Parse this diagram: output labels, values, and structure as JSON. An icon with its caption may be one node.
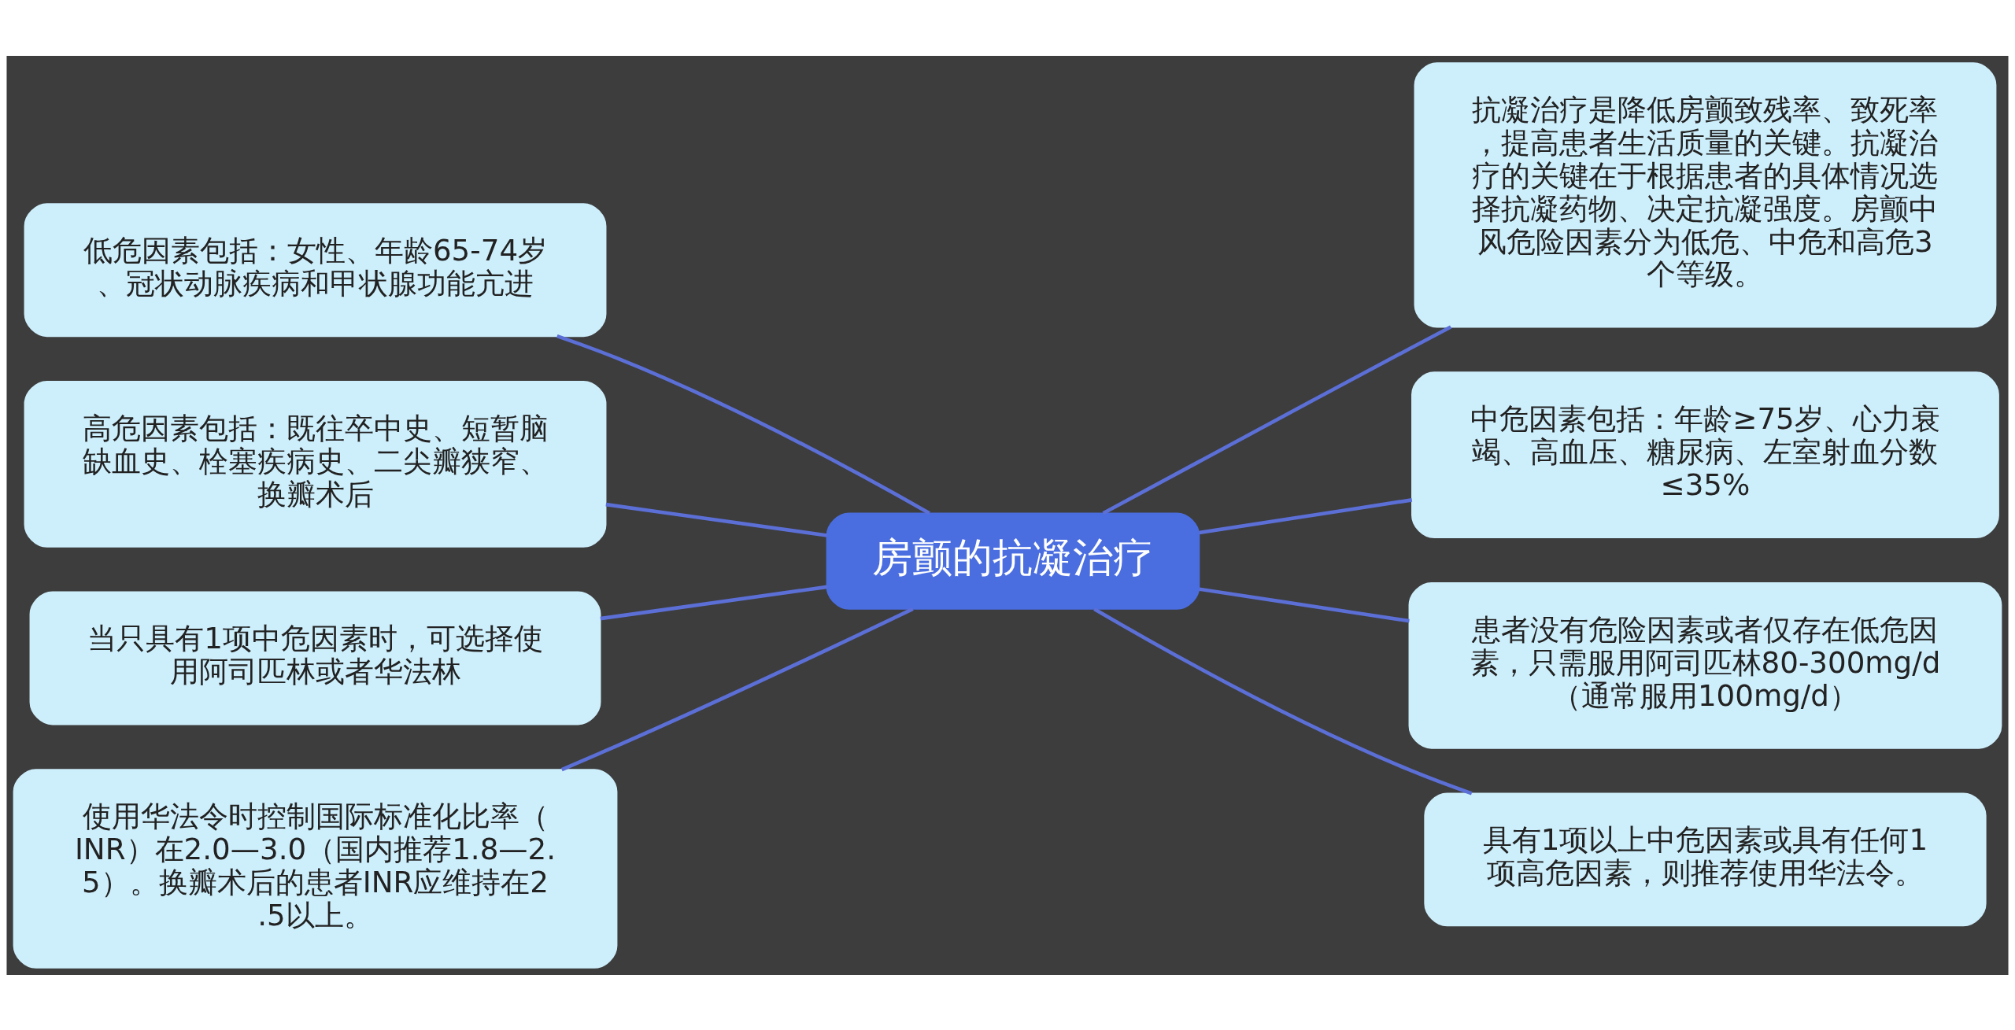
{
  "diagram": {
    "nodes": [
      {
        "text": [
          "房颤的抗凝治疗"
        ]
      },
      {
        "text": [
          "抗凝治疗是降低房颤致残率、致死率，提高患者生活质量的关键。抗凝治疗的关键在于根据患者的具体情况选择抗凝药物、决定抗凝强度。房颤中风危险因素分为低危、中危和高危3个等级。"
        ]
      },
      {
        "text": [
          "中危因素包括：年龄≥75岁、心力衰竭、高血压、糖尿病、左室射血分数≤35%"
        ]
      },
      {
        "text": [
          "患者没有危险因素或者仅存在低危因素，只需服用阿司匹林80-300mg/d（通常服用100mg/d）"
        ]
      },
      {
        "text": [
          "具有1项以上中危因素或具有任何1项高危因素，则推荐使用华法令。"
        ]
      },
      {
        "text": [
          "低危因素包括：女性、年龄65-74岁、冠状动脉疾病和甲状腺功能亢进"
        ]
      },
      {
        "text": [
          "高危因素包括：既往卒中史、短暂脑缺血史、栓塞疾病史、二尖瓣狭窄、换瓣术后"
        ]
      },
      {
        "text": [
          "当只具有1项中危因素时，可选择使用阿司匹林或者华法林"
        ]
      },
      {
        "text": [
          "使用华法令时控制国际标准化比率（INR）在2.0—3.0（国内推荐1.8—2.5）。换瓣术后的患者INR应维持在2.5以上。"
        ]
      }
    ],
    "edges": [
      {
        "from": 0,
        "to": 1,
        "arrow": "none"
      },
      {
        "from": 0,
        "to": 2,
        "arrow": "none"
      },
      {
        "from": 0,
        "to": 3,
        "arrow": "none"
      },
      {
        "from": 0,
        "to": 4,
        "arrow": "none"
      },
      {
        "from": 5,
        "to": 0,
        "arrow": "none"
      },
      {
        "from": 6,
        "to": 0,
        "arrow": "none"
      },
      {
        "from": 7,
        "to": 0,
        "arrow": "none"
      },
      {
        "from": 8,
        "to": 0,
        "arrow": "none"
      }
    ]
  }
}
